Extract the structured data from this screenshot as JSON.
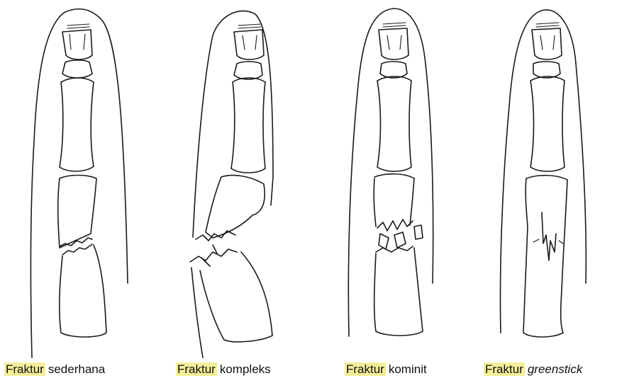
{
  "panels": [
    {
      "word1": "Fraktur",
      "word2": "sederhana"
    },
    {
      "word1": "Fraktur",
      "word2": "kompleks"
    },
    {
      "word1": "Fraktur",
      "word2": "kominit"
    },
    {
      "word1": "Fraktur",
      "word2": "greenstick"
    }
  ]
}
